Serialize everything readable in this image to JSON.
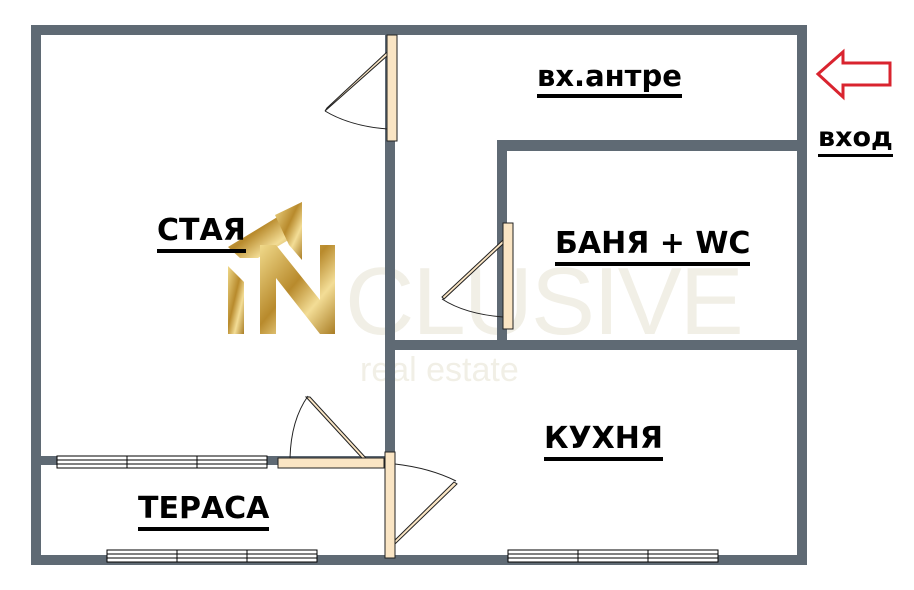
{
  "diagram": {
    "type": "floor-plan",
    "colors": {
      "wall": "#5f6a74",
      "door_leaf": "#fae5c4",
      "window_frame": "#000000",
      "entrance_arrow": "#d9242f",
      "watermark_gold": "#c9a64a",
      "watermark_faint": "#f2f1e8",
      "text": "#000000"
    },
    "rooms": [
      {
        "id": "living",
        "label": "СТАЯ"
      },
      {
        "id": "hall",
        "label": "вх.антре"
      },
      {
        "id": "bath",
        "label": "БАНЯ + WC"
      },
      {
        "id": "kitchen",
        "label": "КУХНЯ"
      },
      {
        "id": "terrace",
        "label": "ТЕРАСА"
      }
    ],
    "entrance": {
      "label": "вход",
      "icon": "arrow-left-icon"
    },
    "watermark": {
      "logo": "IN",
      "word": "CLUSIVE",
      "tagline": "real estate"
    }
  }
}
